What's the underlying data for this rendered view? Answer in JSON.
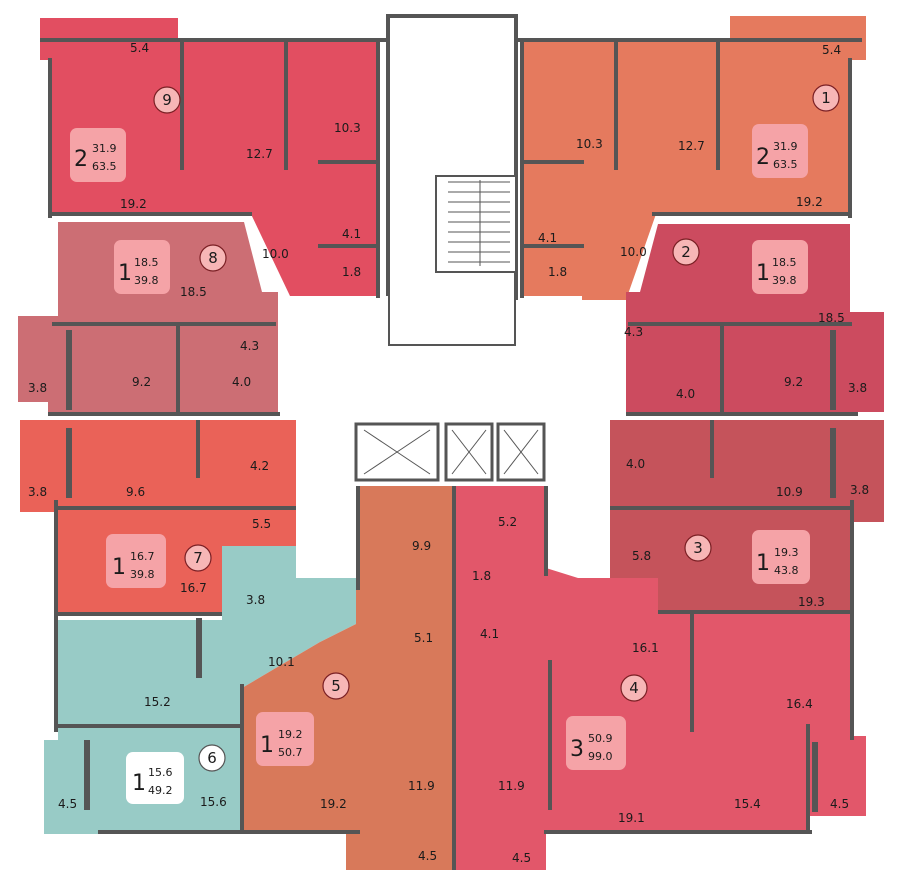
{
  "colors": {
    "apt1": "#e57a5e",
    "apt2": "#cc4b5f",
    "apt3": "#c5535b",
    "apt4": "#e2576a",
    "apt5": "#d8795a",
    "apt6": "#98cbc6",
    "apt7": "#ea6258",
    "apt8": "#cc6e74",
    "apt9": "#e24e61",
    "card_default": "#f5a3a7",
    "card_white": "#ffffff",
    "walls": "#555555",
    "core": "#ffffff"
  },
  "apartments": [
    {
      "id": "1",
      "number": "1",
      "rooms": "2",
      "living": "31.9",
      "total": "63.5",
      "card_style": "default",
      "areas": [
        "5.4",
        "10.3",
        "12.7",
        "19.2",
        "4.1",
        "10.0",
        "1.8"
      ]
    },
    {
      "id": "2",
      "number": "2",
      "rooms": "1",
      "living": "18.5",
      "total": "39.8",
      "card_style": "default",
      "areas": [
        "18.5",
        "4.3",
        "4.0",
        "9.2",
        "3.8"
      ]
    },
    {
      "id": "3",
      "number": "3",
      "rooms": "1",
      "living": "19.3",
      "total": "43.8",
      "card_style": "default",
      "areas": [
        "4.0",
        "10.9",
        "3.8",
        "5.8",
        "19.3"
      ]
    },
    {
      "id": "4",
      "number": "4",
      "rooms": "3",
      "living": "50.9",
      "total": "99.0",
      "card_style": "default",
      "areas": [
        "5.2",
        "1.8",
        "4.1",
        "16.1",
        "16.4",
        "11.9",
        "19.1",
        "15.4",
        "4.5",
        "4.5"
      ]
    },
    {
      "id": "5",
      "number": "5",
      "rooms": "1",
      "living": "19.2",
      "total": "50.7",
      "card_style": "default",
      "areas": [
        "9.9",
        "5.1",
        "11.9",
        "19.2",
        "4.5"
      ]
    },
    {
      "id": "6",
      "number": "6",
      "rooms": "1",
      "living": "15.6",
      "total": "49.2",
      "card_style": "white",
      "areas": [
        "3.8",
        "10.1",
        "15.2",
        "4.5",
        "15.6"
      ]
    },
    {
      "id": "7",
      "number": "7",
      "rooms": "1",
      "living": "16.7",
      "total": "39.8",
      "card_style": "default",
      "areas": [
        "4.2",
        "3.8",
        "9.6",
        "5.5",
        "16.7"
      ]
    },
    {
      "id": "8",
      "number": "8",
      "rooms": "1",
      "living": "18.5",
      "total": "39.8",
      "card_style": "default",
      "areas": [
        "18.5",
        "4.3",
        "3.8",
        "9.2",
        "4.0"
      ]
    },
    {
      "id": "9",
      "number": "9",
      "rooms": "2",
      "living": "31.9",
      "total": "63.5",
      "card_style": "default",
      "areas": [
        "5.4",
        "10.3",
        "12.7",
        "19.2",
        "10.0",
        "4.1",
        "1.8"
      ]
    }
  ]
}
